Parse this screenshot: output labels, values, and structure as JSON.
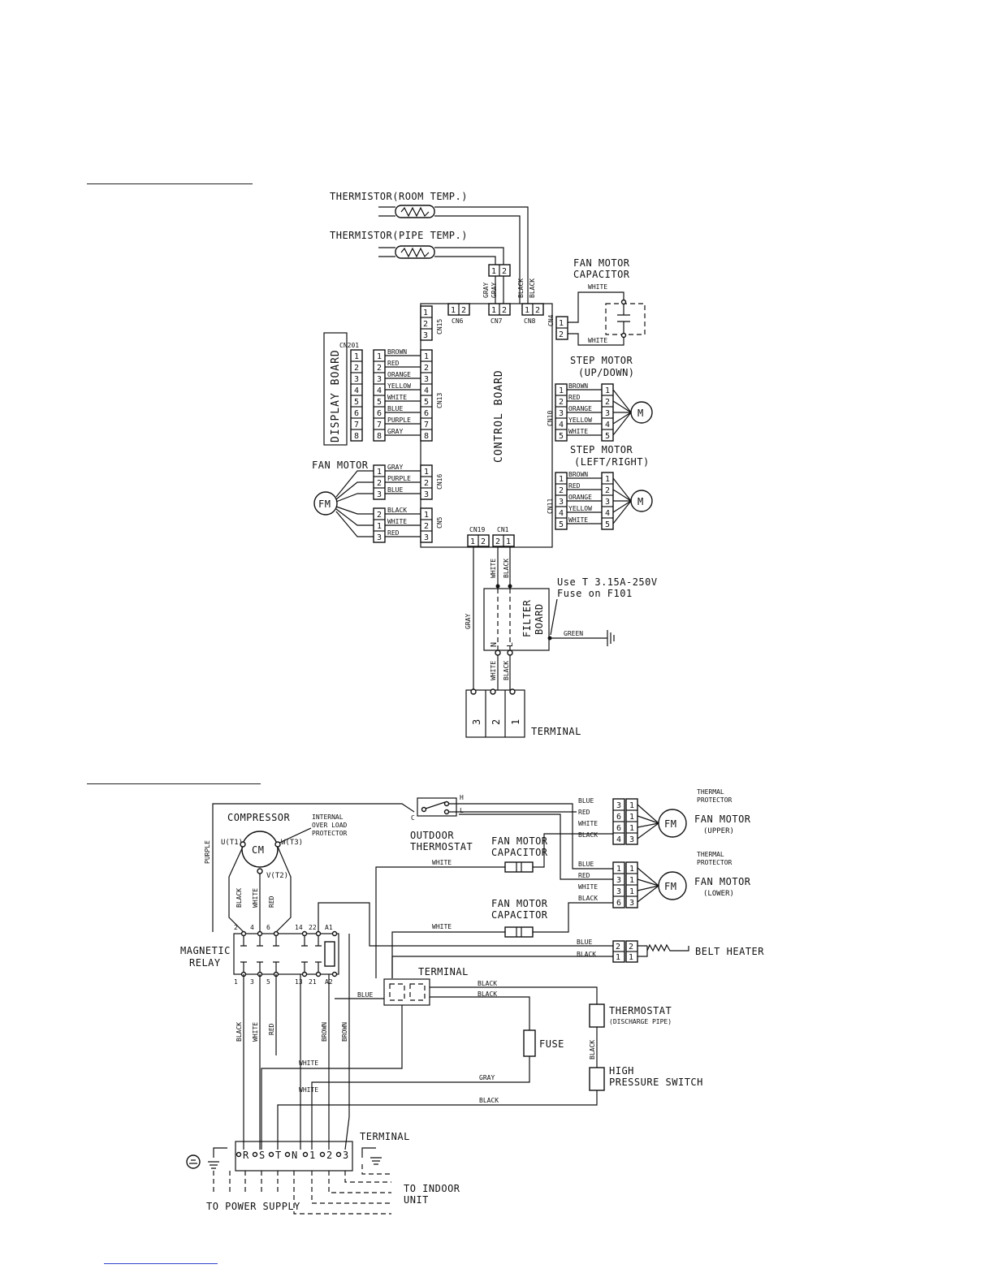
{
  "indoor": {
    "thermistor_room": "THERMISTOR(ROOM TEMP.)",
    "thermistor_pipe": "THERMISTOR(PIPE TEMP.)",
    "fan_motor_capacitor": [
      "FAN MOTOR",
      "CAPACITOR"
    ],
    "white": "WHITE",
    "black": "BLACK",
    "gray": "GRAY",
    "green": "GREEN",
    "step_motor_ud": [
      "STEP MOTOR",
      "(UP/DOWN)"
    ],
    "step_motor_lr": [
      "STEP MOTOR",
      "(LEFT/RIGHT)"
    ],
    "display_board": "DISPLAY BOARD",
    "control_board": "CONTROL BOARD",
    "filter_board": [
      "FILTER",
      "BOARD"
    ],
    "fan_motor": "FAN MOTOR",
    "fm": "FM",
    "m": "M",
    "terminal": "TERMINAL",
    "fuse_note": [
      "Use T 3.15A-250V",
      "Fuse on F101"
    ],
    "connectors": {
      "cn201": "CN201",
      "cn13": "CN13",
      "cn15": "CN15",
      "cn6": "CN6",
      "cn7": "CN7",
      "cn8": "CN8",
      "cn4": "CN4",
      "cn10": "CN10",
      "cn11": "CN11",
      "cn16": "CN16",
      "cn5": "CN5",
      "cn19": "CN19",
      "cn1": "CN1"
    },
    "display_wires": [
      "BROWN",
      "RED",
      "ORANGE",
      "YELLOW",
      "WHITE",
      "BLUE",
      "PURPLE",
      "GRAY"
    ],
    "step_wires": [
      "BROWN",
      "RED",
      "ORANGE",
      "YELLOW",
      "WHITE"
    ],
    "fan_wires_a": [
      "GRAY",
      "PURPLE",
      "BLUE"
    ],
    "fan_wires_b": [
      "BLACK",
      "WHITE",
      "RED"
    ],
    "n": "N",
    "l": "L",
    "terminals": [
      "3",
      "2",
      "1"
    ]
  },
  "outdoor": {
    "compressor": "COMPRESSOR",
    "cm": "CM",
    "internal_protector": [
      "INTERNAL",
      "OVER LOAD",
      "PROTECTOR"
    ],
    "u": "U(T1)",
    "v": "V(T2)",
    "w": "W(T3)",
    "purple": "PURPLE",
    "outdoor_thermostat": [
      "OUTDOOR",
      "THERMOSTAT"
    ],
    "h": "H",
    "l": "L",
    "c": "C",
    "fan_motor_capacitor": [
      "FAN MOTOR",
      "CAPACITOR"
    ],
    "thermal_protector": [
      "THERMAL",
      "PROTECTOR"
    ],
    "fan_motor_upper": [
      "FAN MOTOR",
      "(UPPER)"
    ],
    "fan_motor_lower": [
      "FAN MOTOR",
      "(LOWER)"
    ],
    "fm": "FM",
    "fan_wires": [
      "BLUE",
      "RED",
      "WHITE",
      "BLACK"
    ],
    "pins_a": [
      "3",
      "6",
      "6",
      "4"
    ],
    "pins_b": [
      "1",
      "3",
      "3",
      "6"
    ],
    "pins_c": [
      "1",
      "1",
      "1",
      "3"
    ],
    "belt_heater": "BELT HEATER",
    "magnetic_relay": [
      "MAGNETIC",
      "RELAY"
    ],
    "relay_top": [
      "2",
      "4",
      "6",
      "14",
      "22",
      "A1"
    ],
    "relay_bottom": [
      "1",
      "3",
      "5",
      "13",
      "21",
      "A2"
    ],
    "terminal": "TERMINAL",
    "thermostat": [
      "THERMOSTAT",
      "(DISCHARGE PIPE)"
    ],
    "fuse": "FUSE",
    "high_pressure": [
      "HIGH",
      "PRESSURE SWITCH"
    ],
    "terminal_block": [
      "R",
      "S",
      "T",
      "N",
      "1",
      "2",
      "3"
    ],
    "to_indoor": [
      "TO INDOOR",
      "UNIT"
    ],
    "to_power": "TO POWER SUPPLY",
    "wire": {
      "white": "WHITE",
      "blue": "BLUE",
      "black": "BLACK",
      "red": "RED",
      "brown": "BROWN",
      "gray": "GRAY"
    }
  }
}
